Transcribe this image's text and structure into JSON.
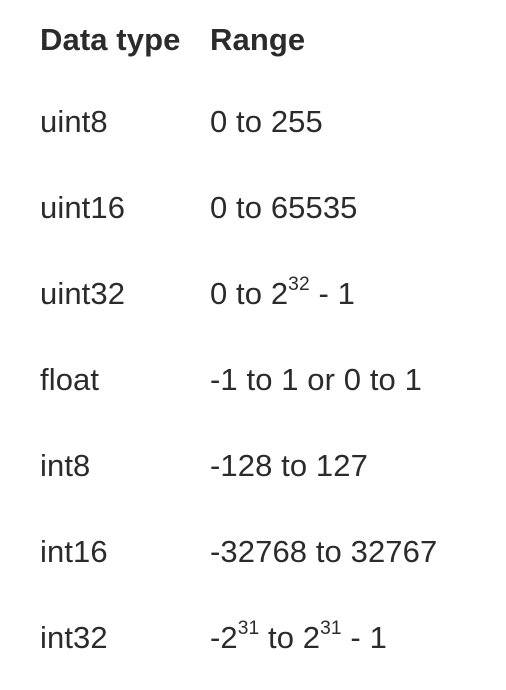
{
  "header": {
    "type": "Data type",
    "range": "Range"
  },
  "rows": [
    {
      "type": "uint8",
      "range": {
        "pre": "0 to 255"
      }
    },
    {
      "type": "uint16",
      "range": {
        "pre": "0 to 65535"
      }
    },
    {
      "type": "uint32",
      "range": {
        "pre": "0 to 2",
        "sup1": "32",
        "post": " - 1"
      }
    },
    {
      "type": "float",
      "range": {
        "pre": "-1 to 1 or 0 to 1"
      }
    },
    {
      "type": "int8",
      "range": {
        "pre": "-128 to 127"
      }
    },
    {
      "type": "int16",
      "range": {
        "pre": "-32768 to 32767"
      }
    },
    {
      "type": "int32",
      "range": {
        "pre": "-2",
        "sup1": "31",
        "mid": " to 2",
        "sup2": "31",
        "post": " - 1"
      }
    }
  ]
}
